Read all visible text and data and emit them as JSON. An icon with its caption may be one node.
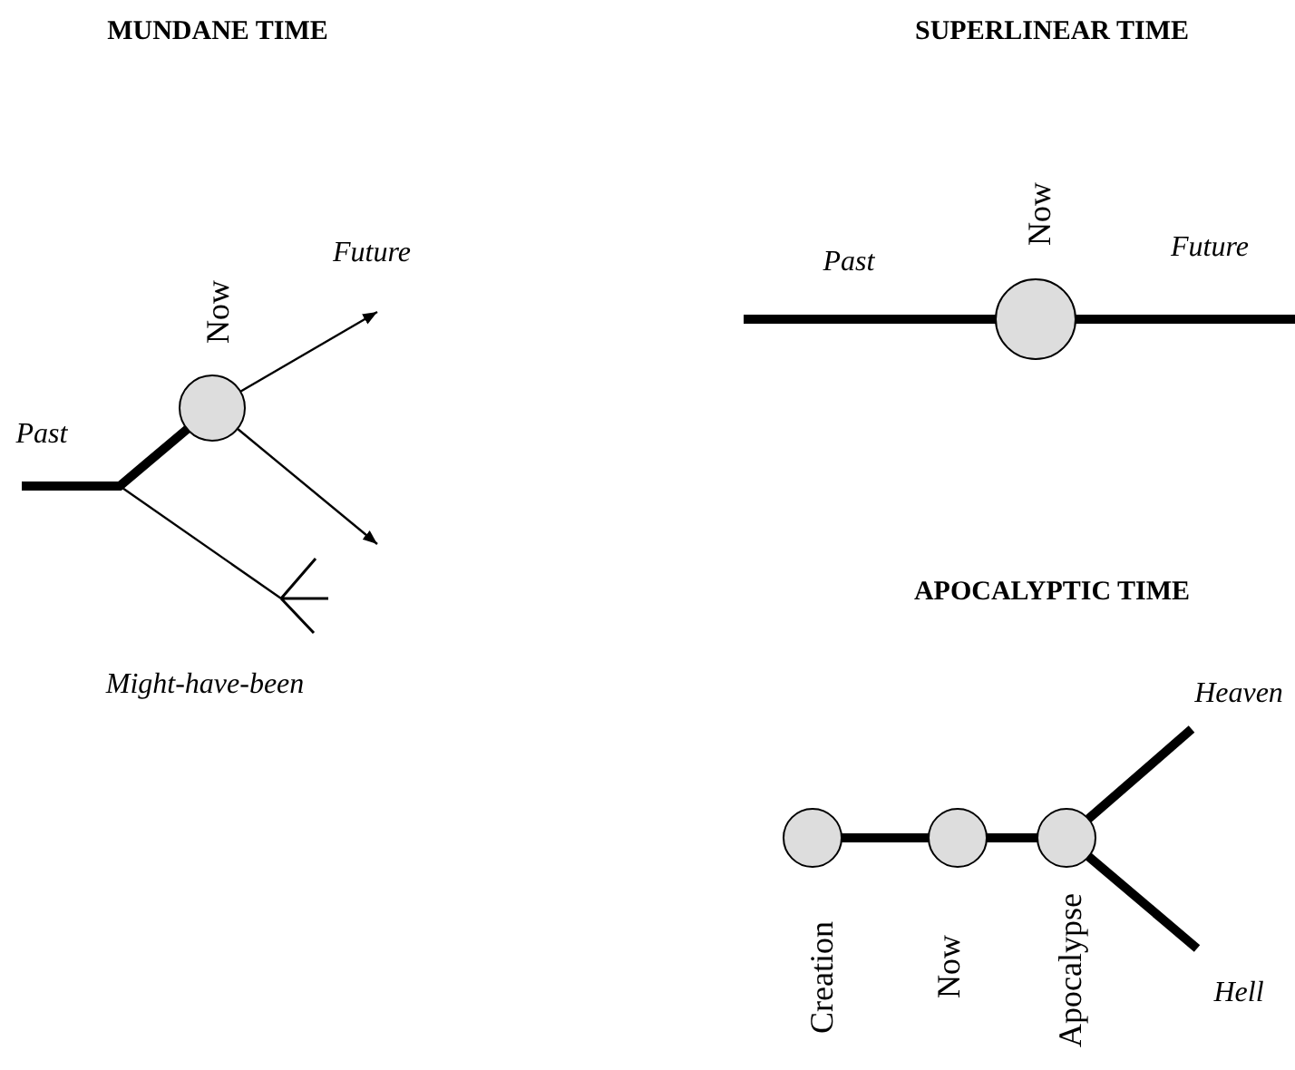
{
  "diagram": {
    "nodes": [
      {
        "text": [],
        "shape": "circle",
        "beside": [
          "Now"
        ]
      },
      {
        "text": [],
        "shape": "circle",
        "beside": [
          "Now"
        ]
      },
      {
        "text": [],
        "shape": "circle",
        "beside": [
          "Creation"
        ]
      },
      {
        "text": [],
        "shape": "circle",
        "beside": [
          "Now"
        ]
      },
      {
        "text": [],
        "shape": "circle",
        "beside": [
          "Apocalypse"
        ]
      },
      {
        "text": [],
        "shape": "fork"
      }
    ],
    "edges": [
      {
        "from": null,
        "to": 0,
        "arrow": "none"
      },
      {
        "from": 0,
        "to": null,
        "arrow": "to"
      },
      {
        "from": 0,
        "to": null,
        "arrow": "to"
      },
      {
        "from": null,
        "to": 5,
        "arrow": "none"
      },
      {
        "from": null,
        "to": 1,
        "arrow": "none"
      },
      {
        "from": 1,
        "to": null,
        "arrow": "none"
      },
      {
        "from": 2,
        "to": 3,
        "arrow": "none"
      },
      {
        "from": 3,
        "to": 4,
        "arrow": "none"
      },
      {
        "from": 4,
        "to": null,
        "arrow": "none"
      },
      {
        "from": 4,
        "to": null,
        "arrow": "none"
      }
    ],
    "labels": [
      "MUNDANE TIME",
      "SUPERLINEAR TIME",
      "Future",
      "Past",
      "Future",
      "Past",
      "Might-have-been",
      "APOCALYPTIC TIME",
      "Heaven",
      "Hell"
    ]
  }
}
